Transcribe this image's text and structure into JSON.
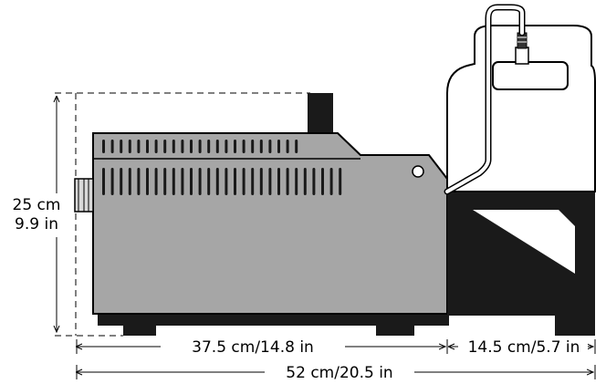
{
  "dimensions": {
    "height_cm": "25 cm",
    "height_in": "9.9 in",
    "body_length": "37.5 cm/14.8 in",
    "tank_length": "14.5 cm/5.7 in",
    "total_length": "52 cm/20.5 in"
  },
  "colors": {
    "body_fill": "#a6a6a6",
    "body_stroke": "#000000",
    "dark": "#1a1a1a",
    "tank_fill": "#ffffff"
  }
}
